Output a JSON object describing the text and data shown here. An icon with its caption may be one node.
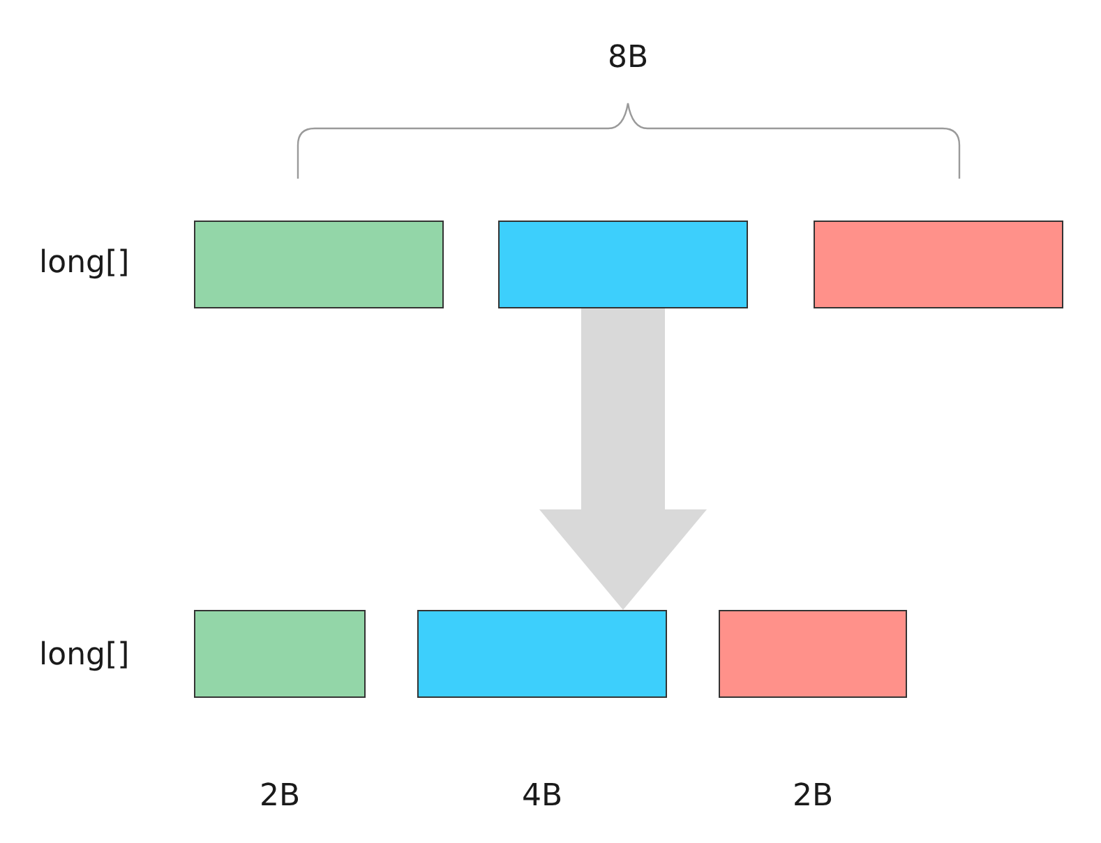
{
  "diagram": {
    "nodes": [
      {
        "text": [],
        "shape": "box"
      },
      {
        "text": [],
        "shape": "box"
      },
      {
        "text": [],
        "shape": "box"
      },
      {
        "text": [],
        "shape": "box",
        "beside": [
          "2B"
        ]
      },
      {
        "text": [],
        "shape": "box",
        "beside": [
          "4B"
        ]
      },
      {
        "text": [],
        "shape": "box",
        "beside": [
          "2B"
        ]
      }
    ],
    "edges": [
      {
        "from": 1,
        "to": 4,
        "arrow": "to"
      }
    ],
    "labels": [
      "8B",
      "long[]",
      "long[]"
    ]
  }
}
